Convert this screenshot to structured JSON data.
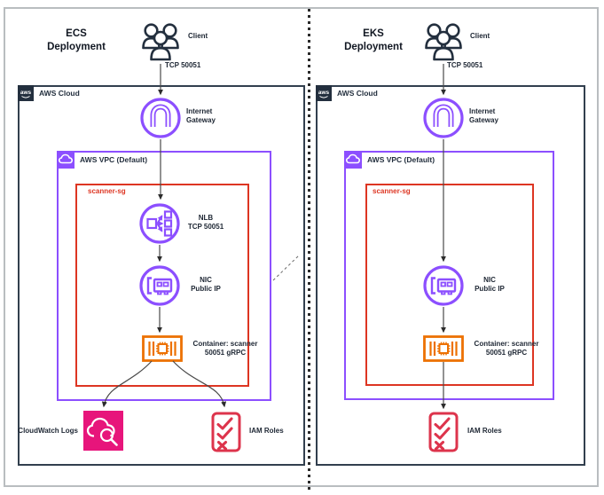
{
  "colors": {
    "aws_navy": "#232F3E",
    "networking_purple": "#8C4FFF",
    "container_orange": "#ED7100",
    "cloudwatch_pink": "#E7157B",
    "iam_red": "#DD344C",
    "security_group_red": "#DD3522",
    "arrow_gray": "#3d3d3d"
  },
  "ecs": {
    "title": "ECS Deployment",
    "client": "Client",
    "client_port": "TCP 50051",
    "cloud": "AWS Cloud",
    "aws_logo": "aws",
    "vpc": "AWS VPC (Default)",
    "security_group": "scanner-sg",
    "nlb_line1": "NLB",
    "nlb_line2": "TCP 50051",
    "nic_line1": "NIC",
    "nic_line2": "Public IP",
    "container_line1": "Container: scanner",
    "container_line2": "50051 gRPC",
    "cloudwatch": "CloudWatch Logs",
    "iam": "IAM Roles"
  },
  "eks": {
    "title": "EKS Deployment",
    "client": "Client",
    "client_port": "TCP 50051",
    "cloud": "AWS Cloud",
    "aws_logo": "aws",
    "vpc": "AWS VPC (Default)",
    "security_group": "scanner-sg",
    "nic_line1": "NIC",
    "nic_line2": "Public IP",
    "container_line1": "Container: scanner",
    "container_line2": "50051 gRPC",
    "iam": "IAM Roles"
  }
}
